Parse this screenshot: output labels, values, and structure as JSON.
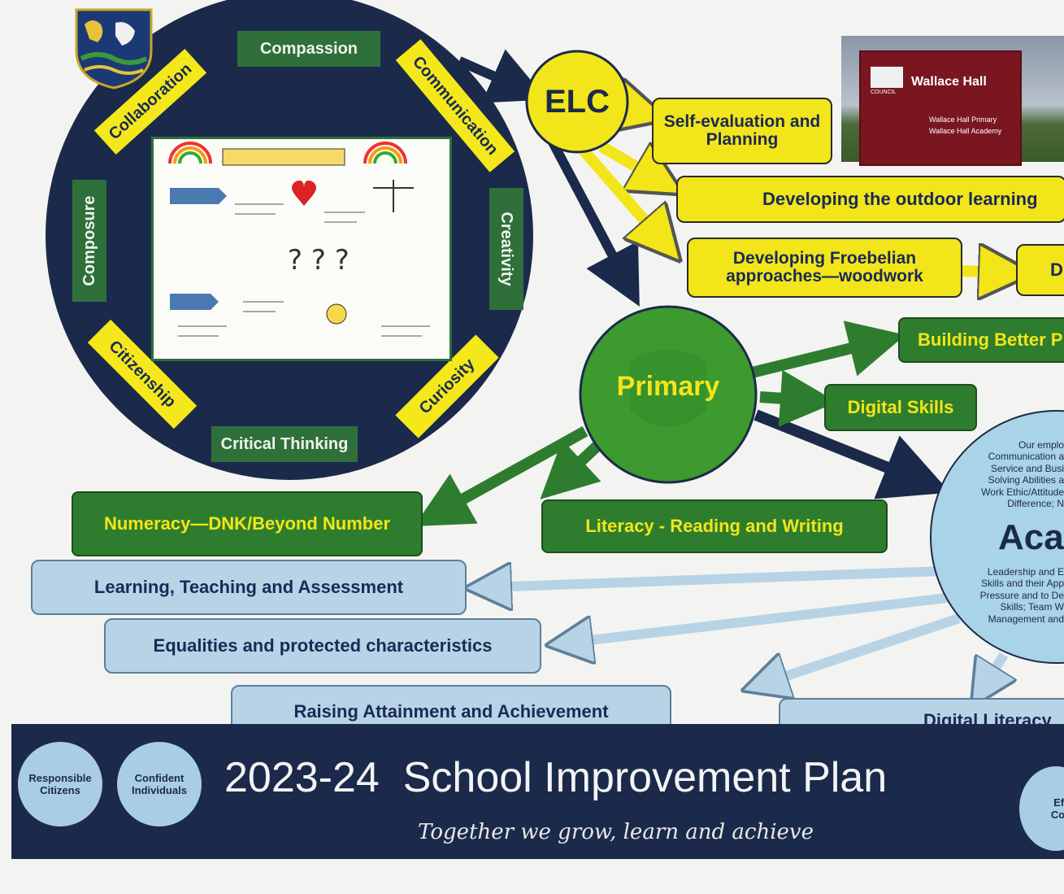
{
  "circle": {
    "labels": {
      "compassion": "Compassion",
      "collaboration": "Collaboration",
      "communication": "Communication",
      "composure": "Composure",
      "creativity": "Creativity",
      "citizenship": "Citizenship",
      "curiosity": "Curiosity",
      "critical_thinking": "Critical Thinking"
    }
  },
  "elc": {
    "title": "ELC",
    "items": [
      "Self-evaluation and Planning",
      "Developing the outdoor learning",
      "Developing Froebelian approaches—woodwork",
      "Di"
    ]
  },
  "sign": {
    "title": "Wallace Hall",
    "council": "COUNCIL",
    "lines": [
      "Wallace Hall Primary",
      "Wallace Hall Academy"
    ]
  },
  "primary": {
    "title": "Primary",
    "items": [
      "Building Better P",
      "Digital Skills",
      "Numeracy—DNK/Beyond Number",
      "Literacy - Reading and Writing"
    ]
  },
  "academy": {
    "title": "Aca",
    "intro_lines": [
      "Our emplo",
      "Communication a",
      "Service and Busi",
      "Solving Abilities a",
      "Work Ethic/Attitude",
      "Difference; N"
    ],
    "lines": [
      "Leadership and E",
      "Skills and their App",
      "Pressure and to De",
      "Skills; Team W",
      "Management and"
    ],
    "items": [
      "Learning, Teaching and Assessment",
      "Equalities and protected characteristics",
      "Raising Attainment and Achievement",
      "Digital Literacy"
    ]
  },
  "banner": {
    "title": "2023-24  School Improvement Plan",
    "tagline": "Together we grow, learn and achieve",
    "badges": [
      "Responsible Citizens",
      "Confident Individuals",
      "Effec Contri"
    ]
  },
  "colors": {
    "navy": "#1b2a4a",
    "yellow": "#f2e51a",
    "green": "#2e7d2e",
    "light_blue": "#b8d3e6"
  }
}
